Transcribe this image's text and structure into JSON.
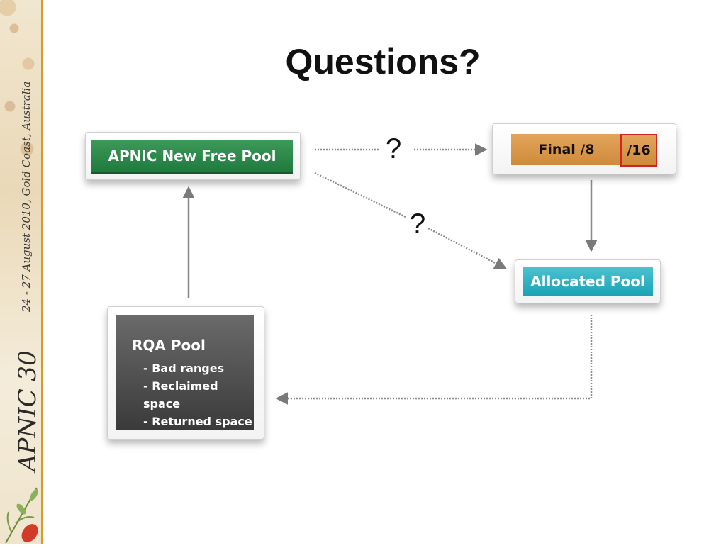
{
  "slide": {
    "title": "Questions?"
  },
  "sidebar": {
    "event_name": "APNIC 30",
    "event_details": "24 - 27 August 2010, Gold Coast, Australia"
  },
  "diagram": {
    "nodes": {
      "free_pool": {
        "label": "APNIC New Free Pool",
        "color": "#1e7a3d"
      },
      "final_block": {
        "label": "Final /8",
        "highlight_label": "/16",
        "color": "#cf8a3b",
        "highlight_border": "#d22424"
      },
      "allocated_pool": {
        "label": "Allocated Pool",
        "color": "#1aa3b6"
      },
      "rqa_pool": {
        "label": "RQA Pool",
        "items": [
          "- Bad ranges",
          "- Reclaimed space",
          "- Returned space"
        ],
        "color": "#3a3a3a"
      }
    },
    "edge_labels": {
      "free_to_final": "?",
      "free_to_allocated": "?"
    }
  },
  "colors": {
    "accent_rule": "#d79a2b"
  }
}
